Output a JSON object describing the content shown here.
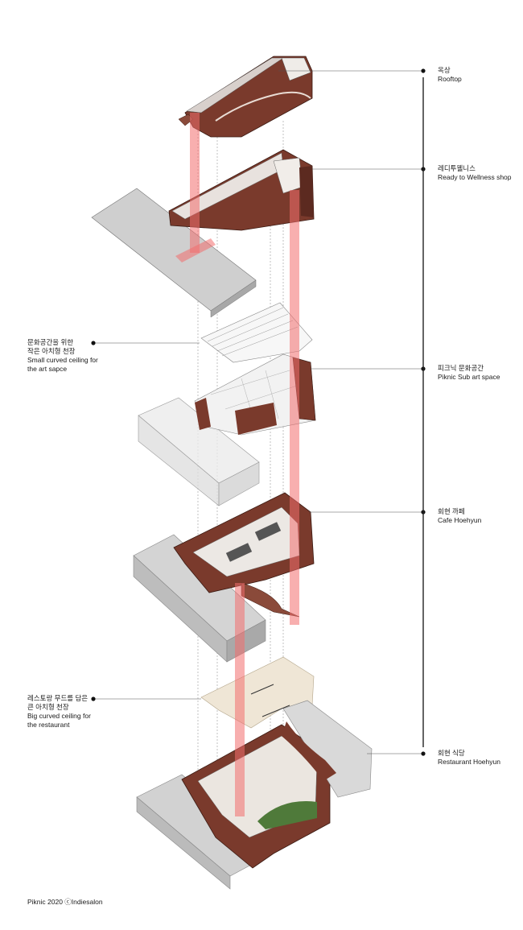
{
  "right_labels": [
    {
      "ko": "옥상",
      "en": "Rooftop"
    },
    {
      "ko": "레디투웰니스",
      "en": "Ready to Wellness shop"
    },
    {
      "ko": "피크닉 문화공간",
      "en": "Piknic Sub art space"
    },
    {
      "ko": "회현 까페",
      "en": "Cafe Hoehyun"
    },
    {
      "ko": "회현 식당",
      "en": "Restaurant Hoehyun"
    }
  ],
  "left_labels": [
    {
      "ko1": "문화공간을 위한",
      "ko2": "작은 아치형 천장",
      "en1": "Small curved ceiling for",
      "en2": "the art sapce"
    },
    {
      "ko1": "레스토랑 무드를 담은",
      "ko2": "큰 아치형 천장",
      "en1": "Big curved ceiling for",
      "en2": "the restaurant"
    }
  ],
  "credit": "Piknic 2020 ⓒIndiesalon",
  "colors": {
    "wall": "#7a3a2c",
    "wall_dark": "#5c2a20",
    "shaft": "#f26d6d",
    "concrete": "#c9c9c9",
    "ceiling_cream": "#efe6d6"
  }
}
